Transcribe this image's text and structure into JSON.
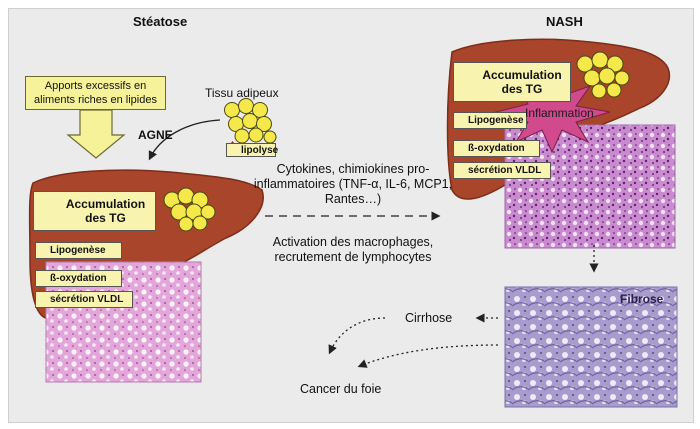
{
  "titles": {
    "steatose": "Stéatose",
    "nash": "NASH"
  },
  "left": {
    "apports": "Apports excessifs en aliments riches en lipides",
    "agne": "AGNE",
    "tissu": "Tissu adipeux",
    "lipolyse": "lipolyse",
    "accumulation": "Accumulation des TG",
    "lipogenese": "Lipogenèse",
    "oxydation": "ß-oxydation",
    "vldl": "sécrétion VLDL"
  },
  "middle": {
    "cytokines": "Cytokines, chimiokines pro-inflammatoires (TNF-α, IL-6, MCP1, Rantes…)",
    "activation": "Activation des macrophages, recrutement de lymphocytes"
  },
  "right": {
    "accumulation": "Accumulation des TG",
    "lipogenese": "Lipogenèse",
    "inflammation": "Inflammation",
    "oxydation": "ß-oxydation",
    "vldl": "sécrétion VLDL",
    "fibrose": "Fibrose"
  },
  "bottom": {
    "cirrhose": "Cirrhose",
    "cancer": "Cancer du foie"
  },
  "colors": {
    "liver": "#a8452a",
    "liver_dark": "#7d2d18",
    "fat": "#f5e84a",
    "tag_bg": "#f8f4b0",
    "arrow_red": "#a01818",
    "histology": "#d79ad0",
    "fibrosis": "#9b8fc4"
  }
}
